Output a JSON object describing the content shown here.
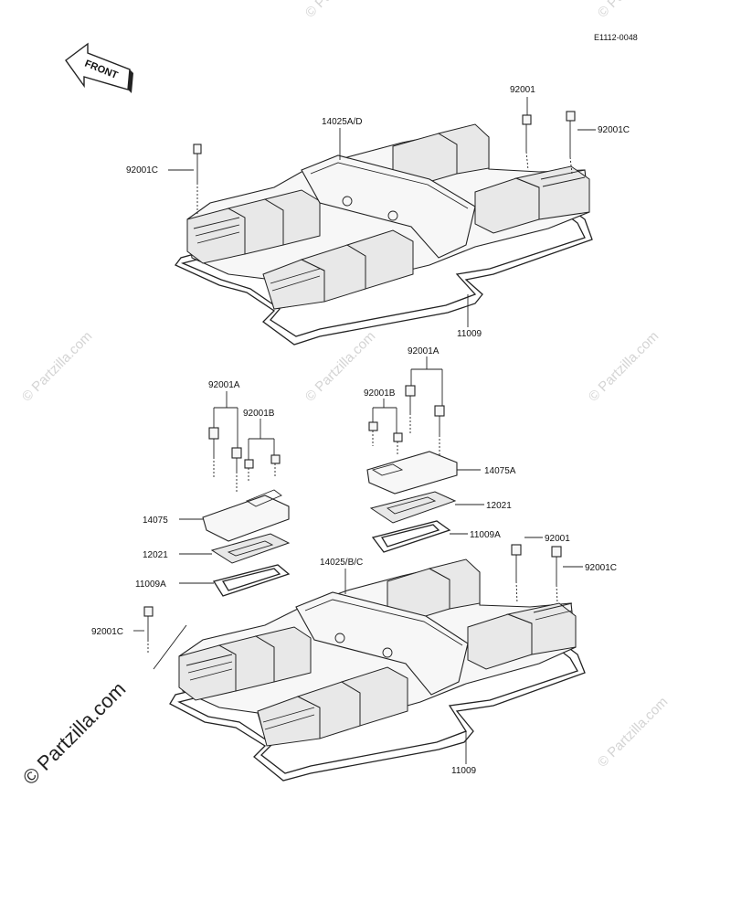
{
  "diagram_code": "E1112-0048",
  "front_label": "FRONT",
  "watermark": "© Partzilla.com",
  "colors": {
    "line": "#222222",
    "watermark": "#d4d4d4",
    "background": "#ffffff"
  },
  "labels": {
    "top_cover": "14025A/D",
    "top_bolt_right": "92001",
    "top_bolt_right_long": "92001C",
    "top_bolt_left": "92001C",
    "top_gasket": "11009",
    "left_bolts_a": "92001A",
    "left_bolts_b": "92001B",
    "left_cap": "14075",
    "left_plate": "12021",
    "left_gasket": "11009A",
    "right_bolts_a": "92001A",
    "right_bolts_b": "92001B",
    "right_cap": "14075A",
    "right_plate": "12021",
    "right_gasket": "11009A",
    "bottom_cover": "14025/B/C",
    "bottom_bolt_right": "92001",
    "bottom_bolt_right_long": "92001C",
    "bottom_bolt_left": "92001C",
    "bottom_gasket": "11009"
  }
}
